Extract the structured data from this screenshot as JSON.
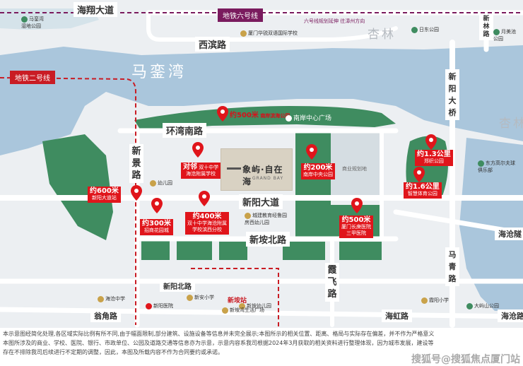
{
  "roads": {
    "haixiang": "海翔大道",
    "xibin": "西滨路",
    "huanwannan": "环湾南路",
    "xinjing": "新景路",
    "xinyang": "新阳大道",
    "xinbeibei": "新垵北路",
    "xinyangbei": "新阳北路",
    "wengjiao": "翁角路",
    "haihong": "海虹路",
    "xiafei": "霞飞路",
    "maqing": "马青路",
    "xinyangbridge": "新阳大桥",
    "xinlin": "新林路",
    "haicangtunnel": "海沧隧",
    "haicangroad": "海沧路"
  },
  "water": {
    "maluan": "马銮湾"
  },
  "areas": {
    "xinglin1": "杏林",
    "xinglin2": "杏林"
  },
  "metro": {
    "line6": "地铁六号线",
    "line6_ext": "六号线规划延伸 往漳州方向",
    "line2": "地铁二号线",
    "xinan_station": "新垵站"
  },
  "project": {
    "name": "象屿·自在海",
    "en": "GRAND BAY"
  },
  "callouts": {
    "c1_km": "约500米",
    "c1_txt": "南岸滨海公园",
    "c2_a": "对邻",
    "c2_b": "双十中学",
    "c2_c": "海沧附属学校",
    "c3_km": "约200米",
    "c3_txt": "南岸中央公园",
    "c4_km": "约400米",
    "c4_b": "双十中学海沧附属",
    "c4_c": "学校滨西分校",
    "c5_km": "约500米",
    "c5_b": "厦门长庚医院",
    "c5_c": "三甲医院",
    "c6_km": "约1.3公里",
    "c6_txt": "郑织公园",
    "c7_km": "约1.6公里",
    "c7_txt": "智慧体育公园",
    "c8_km": "约600米",
    "c8_txt": "新阳大道站",
    "c9_km": "约300米",
    "c9_txt": "招商花园城"
  },
  "pois": {
    "maluan_wetland": "马銮湾\n湿地公园",
    "xiamen_huacheng": "厦门华锐双语国际学校",
    "rondong": "日东公园",
    "yuemei": "月美池\n公园",
    "nanan_center": "南岸中心广场",
    "dongfang": "东方高尔夫球\n俱乐部",
    "kindergarten": "幼儿园",
    "chengjian": "城建教育经鲁园\n房西幼儿园",
    "business": "商业规划地",
    "haicang_middle": "海沧中学",
    "xinyang_hosp": "新阳医院",
    "xinan_primary": "新安小学",
    "xinan_children": "新垵幼儿园",
    "xinan_cityplaza": "新垵湾生活广场",
    "hongjiang_prim": "霞阳小学",
    "dagu": "大屿山公园"
  },
  "footer": {
    "line1": "本示意图经简化处理,各区域实际比例有所不同,由于幅面限制,部分建筑、设施设备等信息并未完全展示;本图所示的相关位置、距离、格局与实际存在偏差，并不作为严格意义",
    "line2": "本图所涉及的商业、学校、医院、银行、市政单位、公园及道路交通等信息亦为示意，示意内容系我司根据2024年3月获取的相关资料进行整理体现，因为城市发展，建设等",
    "line3": "存在不排除我司后续进行不定期的调整，因此，本图及所载内容不作为合同要约或承诺。",
    "watermark": "搜狐号@搜狐焦点厦门站"
  },
  "colors": {
    "water": "#aac6dc",
    "green": "#3f8c60",
    "light_green": "#cfe0d2",
    "red": "#e0151b",
    "purple": "#7a1b5e",
    "road": "#ffffff"
  }
}
